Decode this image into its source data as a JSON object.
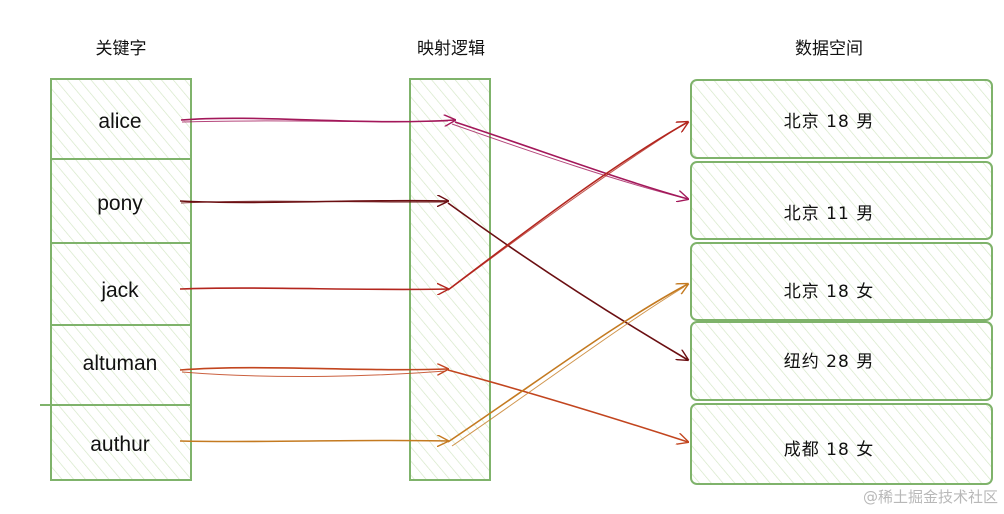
{
  "headers": {
    "keys": "关键字",
    "mapping": "映射逻辑",
    "data_space": "数据空间"
  },
  "keys": [
    "alice",
    "pony",
    "jack",
    "altuman",
    "authur"
  ],
  "data_rows": [
    "北京 18 男",
    "北京 11 男",
    "北京 18 女",
    "纽约 28 男",
    "成都 18 女"
  ],
  "mappings": [
    {
      "key": "alice",
      "data": "北京 11 男",
      "color": "#a3185a"
    },
    {
      "key": "pony",
      "data": "纽约 28 男",
      "color": "#6b0f12"
    },
    {
      "key": "jack",
      "data": "北京 18 男",
      "color": "#b3261e"
    },
    {
      "key": "altuman",
      "data": "成都 18 女",
      "color": "#c2451f"
    },
    {
      "key": "authur",
      "data": "北京 18 女",
      "color": "#c47a20"
    }
  ],
  "colors": {
    "box_stroke": "#7fb36b",
    "hatch": "#d3e6c4",
    "text": "#111111"
  },
  "watermark": "@稀土掘金技术社区"
}
